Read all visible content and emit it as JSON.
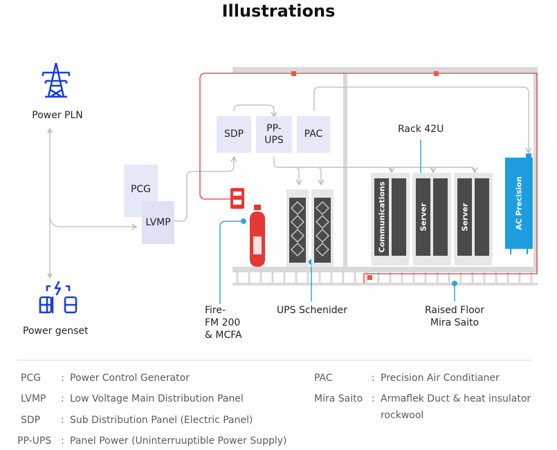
{
  "title": "Illustrations",
  "labels": {
    "power_pln": "Power PLN",
    "power_genset": "Power genset",
    "pcg": "PCG",
    "lvmp": "LVMP",
    "sdp": "SDP",
    "pp_ups_line1": "PP-",
    "pp_ups_line2": "UPS",
    "pac": "PAC",
    "rack": "Rack 42U",
    "communications": "Communications",
    "server1": "Server",
    "server2": "Server",
    "ac_precision": "AC Precision",
    "fire_line1": "Fire-",
    "fire_line2": "FM 200",
    "fire_line3": "& MCFA",
    "ups": "UPS Schenider",
    "raised_floor_line1": "Raised Floor",
    "raised_floor_line2": "Mira Saito"
  },
  "legend": [
    {
      "abbr": "PCG",
      "sep": ":",
      "desc": "Power Control Generator"
    },
    {
      "abbr": "LVMP",
      "sep": ":",
      "desc": "Low Voltage Main Distribution Panel"
    },
    {
      "abbr": "SDP",
      "sep": ":",
      "desc": "Sub Distribution Panel (Electric Panel)"
    },
    {
      "abbr": "PP-UPS",
      "sep": ":",
      "desc": "Panel Power (Uninterruuptible Power Supply)"
    },
    {
      "abbr": "PAC",
      "sep": ":",
      "desc": "Precision Air Conditianer"
    },
    {
      "abbr": "Mira Saito",
      "sep": ":",
      "desc_line1": "Armaflek Duct & heat insulator",
      "desc_line2": "rockwool"
    }
  ],
  "colors": {
    "accent_blue": "#1a3fd6",
    "red_line": "#ef5350",
    "box_fill": "#e6e8f7",
    "structure_gray": "#d9d9d9",
    "ac_blue": "#1e9de0",
    "callout_blue": "#29a8df",
    "fire_red": "#e53935"
  },
  "icons": [
    "transmission-tower-icon",
    "genset-icon"
  ]
}
